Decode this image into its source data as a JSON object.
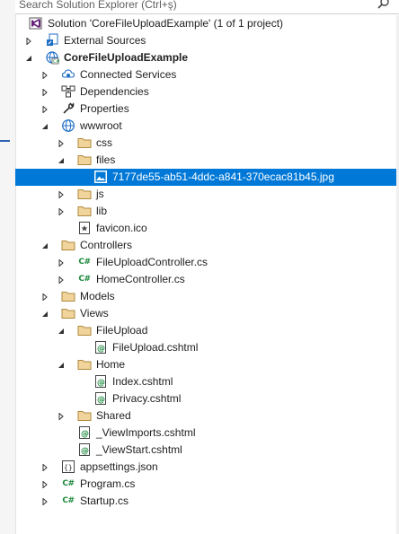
{
  "search": {
    "placeholder": "Search Solution Explorer (Ctrl+ş)"
  },
  "tree": {
    "solution": {
      "label": "Solution 'CoreFileUploadExample' (1 of 1 project)"
    },
    "external_sources": {
      "label": "External Sources"
    },
    "project": {
      "label": "CoreFileUploadExample"
    },
    "connected_services": {
      "label": "Connected Services"
    },
    "dependencies": {
      "label": "Dependencies"
    },
    "properties": {
      "label": "Properties"
    },
    "wwwroot": {
      "label": "wwwroot",
      "css": "css",
      "files": "files",
      "image_file": "7177de55-ab51-4ddc-a841-370ecac81b45.jpg",
      "js": "js",
      "lib": "lib",
      "favicon": "favicon.ico"
    },
    "controllers": {
      "label": "Controllers",
      "file_upload_controller": "FileUploadController.cs",
      "home_controller": "HomeController.cs"
    },
    "models": {
      "label": "Models"
    },
    "views": {
      "label": "Views",
      "file_upload_folder": "FileUpload",
      "file_upload_view": "FileUpload.cshtml",
      "home_folder": "Home",
      "index_view": "Index.cshtml",
      "privacy_view": "Privacy.cshtml",
      "shared_folder": "Shared",
      "view_imports": "_ViewImports.cshtml",
      "view_start": "_ViewStart.cshtml"
    },
    "appsettings": {
      "label": "appsettings.json"
    },
    "program": {
      "label": "Program.cs"
    },
    "startup": {
      "label": "Startup.cs"
    }
  },
  "icons": {
    "solution": "visual-studio-solution-icon",
    "external_sources": "external-sources-icon",
    "project": "web-project-icon",
    "connected_services": "connected-services-icon",
    "dependencies": "dependencies-icon",
    "properties": "wrench-icon",
    "wwwroot": "globe-icon",
    "folder": "folder-icon",
    "image_file": "image-file-icon",
    "favicon": "favicon-file-icon",
    "csharp": "csharp-file-icon",
    "razor": "razor-file-icon",
    "json": "json-file-icon"
  },
  "colors": {
    "selection": "#0078d7",
    "folder": "#dcb67a",
    "csharp": "#1c8a3c",
    "solution_purple": "#68217a",
    "link_blue": "#1f6fc5"
  }
}
